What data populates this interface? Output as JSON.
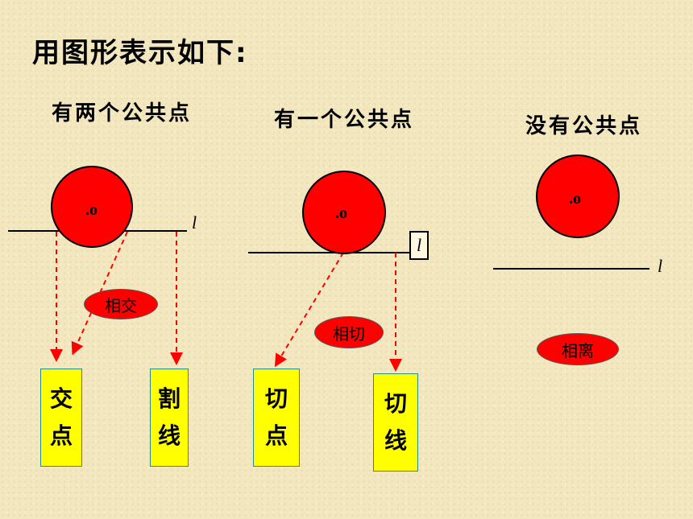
{
  "title": "用图形表示如下:",
  "headings": {
    "two": "有两个公共点",
    "one": "有一个公共点",
    "none": "没有公共点"
  },
  "circle_center_label": ".o",
  "line_label": "l",
  "badges": {
    "intersect": "相交",
    "tangent": "相切",
    "separate": "相离"
  },
  "boxes": {
    "intersection_point": [
      "交",
      "点"
    ],
    "secant": [
      "割",
      "线"
    ],
    "tangent_point": [
      "切",
      "点"
    ],
    "tangent_line": [
      "切",
      "线"
    ]
  },
  "colors": {
    "background": "#f3e7bf",
    "circle": "#ff0000",
    "box": "#ffff00",
    "arrow": "#ff0000"
  }
}
